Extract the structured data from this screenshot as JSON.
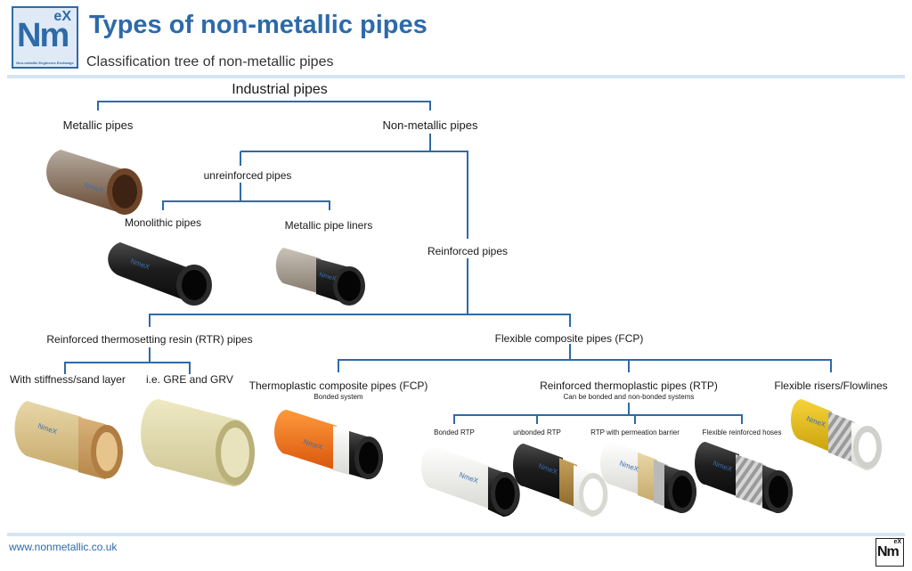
{
  "header": {
    "title": "Types of non-metallic pipes",
    "subtitle": "Classification tree of non-metallic pipes",
    "logo": {
      "main": "Nm",
      "sup": "eX",
      "tagline": "Non-metallic Engineers Exchange"
    }
  },
  "tree": {
    "root": "Industrial pipes",
    "metallic": "Metallic pipes",
    "non_metallic": "Non-metallic pipes",
    "unreinforced": "unreinforced pipes",
    "monolithic": "Monolithic pipes",
    "liners": "Metallic pipe liners",
    "reinforced": "Reinforced pipes",
    "rtr": "Reinforced thermosetting resin (RTR) pipes",
    "stiffness": "With stiffness/sand layer",
    "gre": "i.e. GRE and GRV",
    "fcp": "Flexible composite pipes (FCP)",
    "tcp": "Thermoplastic composite pipes (FCP)",
    "tcp_note": "Bonded system",
    "rtp": "Reinforced thermoplastic pipes (RTP)",
    "rtp_note": "Can be bonded and non-bonded systems",
    "risers": "Flexible risers/Flowlines",
    "bonded_rtp": "Bonded RTP",
    "unbonded_rtp": "unbonded RTP",
    "rtp_barrier": "RTP with permeation barrier",
    "hoses": "Flexible reinforced hoses"
  },
  "pipe_watermark": "NmeX",
  "colors": {
    "accent": "#2e6aa8",
    "rule": "#d4e5f5",
    "line": "#2e6aa8"
  },
  "footer": {
    "url": "www.nonmetallic.co.uk",
    "logo_main": "Nm",
    "logo_sup": "eX"
  }
}
